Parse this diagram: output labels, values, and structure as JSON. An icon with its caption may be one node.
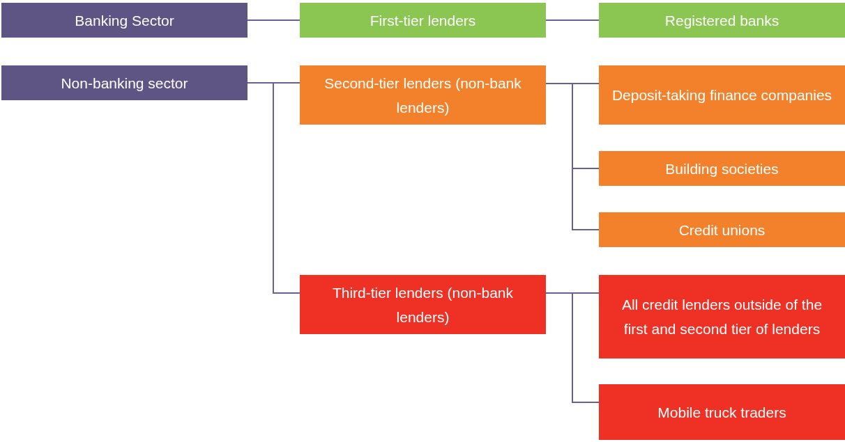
{
  "diagram": {
    "nodes": [
      {
        "text": [
          "Banking Sector"
        ]
      },
      {
        "text": [
          "First-tier lenders"
        ]
      },
      {
        "text": [
          "Registered banks"
        ]
      },
      {
        "text": [
          "Non-banking sector"
        ]
      },
      {
        "text": [
          "Second-tier lenders (non-bank lenders)"
        ]
      },
      {
        "text": [
          "Deposit-taking finance companies"
        ]
      },
      {
        "text": [
          "Building societies"
        ]
      },
      {
        "text": [
          "Credit unions"
        ]
      },
      {
        "text": [
          "Third-tier lenders (non-bank lenders)"
        ]
      },
      {
        "text": [
          "All credit lenders outside of the first and second tier of lenders"
        ]
      },
      {
        "text": [
          "Mobile truck traders"
        ]
      }
    ],
    "edges": [
      {
        "from": 0,
        "to": 1,
        "arrow": "none"
      },
      {
        "from": 1,
        "to": 2,
        "arrow": "none"
      },
      {
        "from": 3,
        "to": 4,
        "arrow": "none"
      },
      {
        "from": 3,
        "to": 8,
        "arrow": "none"
      },
      {
        "from": 4,
        "to": 5,
        "arrow": "none"
      },
      {
        "from": 4,
        "to": 6,
        "arrow": "none"
      },
      {
        "from": 4,
        "to": 7,
        "arrow": "none"
      },
      {
        "from": 8,
        "to": 9,
        "arrow": "none"
      },
      {
        "from": 8,
        "to": 10,
        "arrow": "none"
      }
    ]
  }
}
